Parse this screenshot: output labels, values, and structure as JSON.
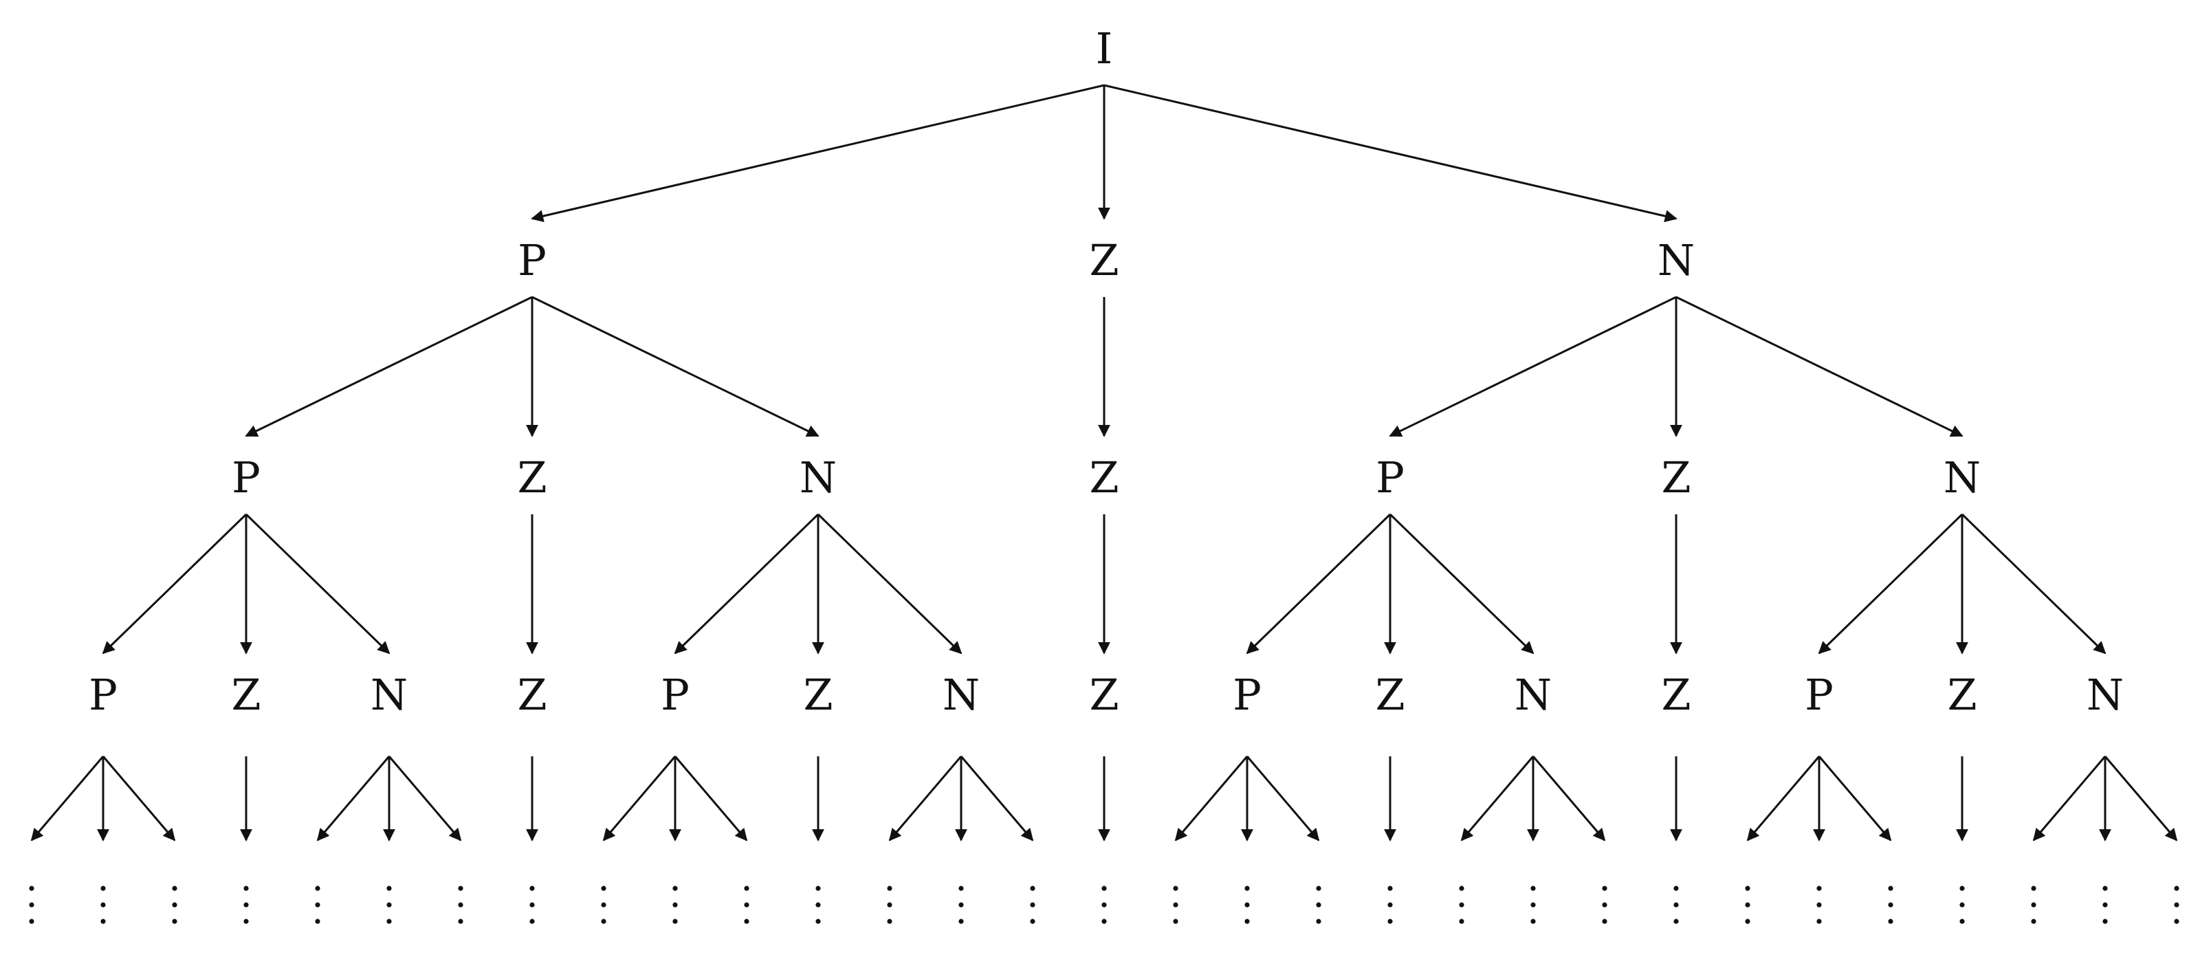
{
  "tree": {
    "label": "I",
    "children": [
      {
        "label": "P",
        "children": [
          {
            "label": "P",
            "children": [
              {
                "label": "P",
                "children": "more"
              },
              {
                "label": "Z",
                "children": "more"
              },
              {
                "label": "N",
                "children": "more"
              }
            ]
          },
          {
            "label": "Z",
            "children": [
              {
                "label": "Z",
                "children": "more"
              }
            ]
          },
          {
            "label": "N",
            "children": [
              {
                "label": "P",
                "children": "more"
              },
              {
                "label": "Z",
                "children": "more"
              },
              {
                "label": "N",
                "children": "more"
              }
            ]
          }
        ]
      },
      {
        "label": "Z",
        "children": [
          {
            "label": "Z",
            "children": [
              {
                "label": "Z",
                "children": "more"
              }
            ]
          }
        ]
      },
      {
        "label": "N",
        "children": [
          {
            "label": "P",
            "children": [
              {
                "label": "P",
                "children": "more"
              },
              {
                "label": "Z",
                "children": "more"
              },
              {
                "label": "N",
                "children": "more"
              }
            ]
          },
          {
            "label": "Z",
            "children": [
              {
                "label": "Z",
                "children": "more"
              }
            ]
          },
          {
            "label": "N",
            "children": [
              {
                "label": "P",
                "children": "more"
              },
              {
                "label": "Z",
                "children": "more"
              },
              {
                "label": "N",
                "children": "more"
              }
            ]
          }
        ]
      }
    ]
  },
  "continuation_symbol": "⋮"
}
